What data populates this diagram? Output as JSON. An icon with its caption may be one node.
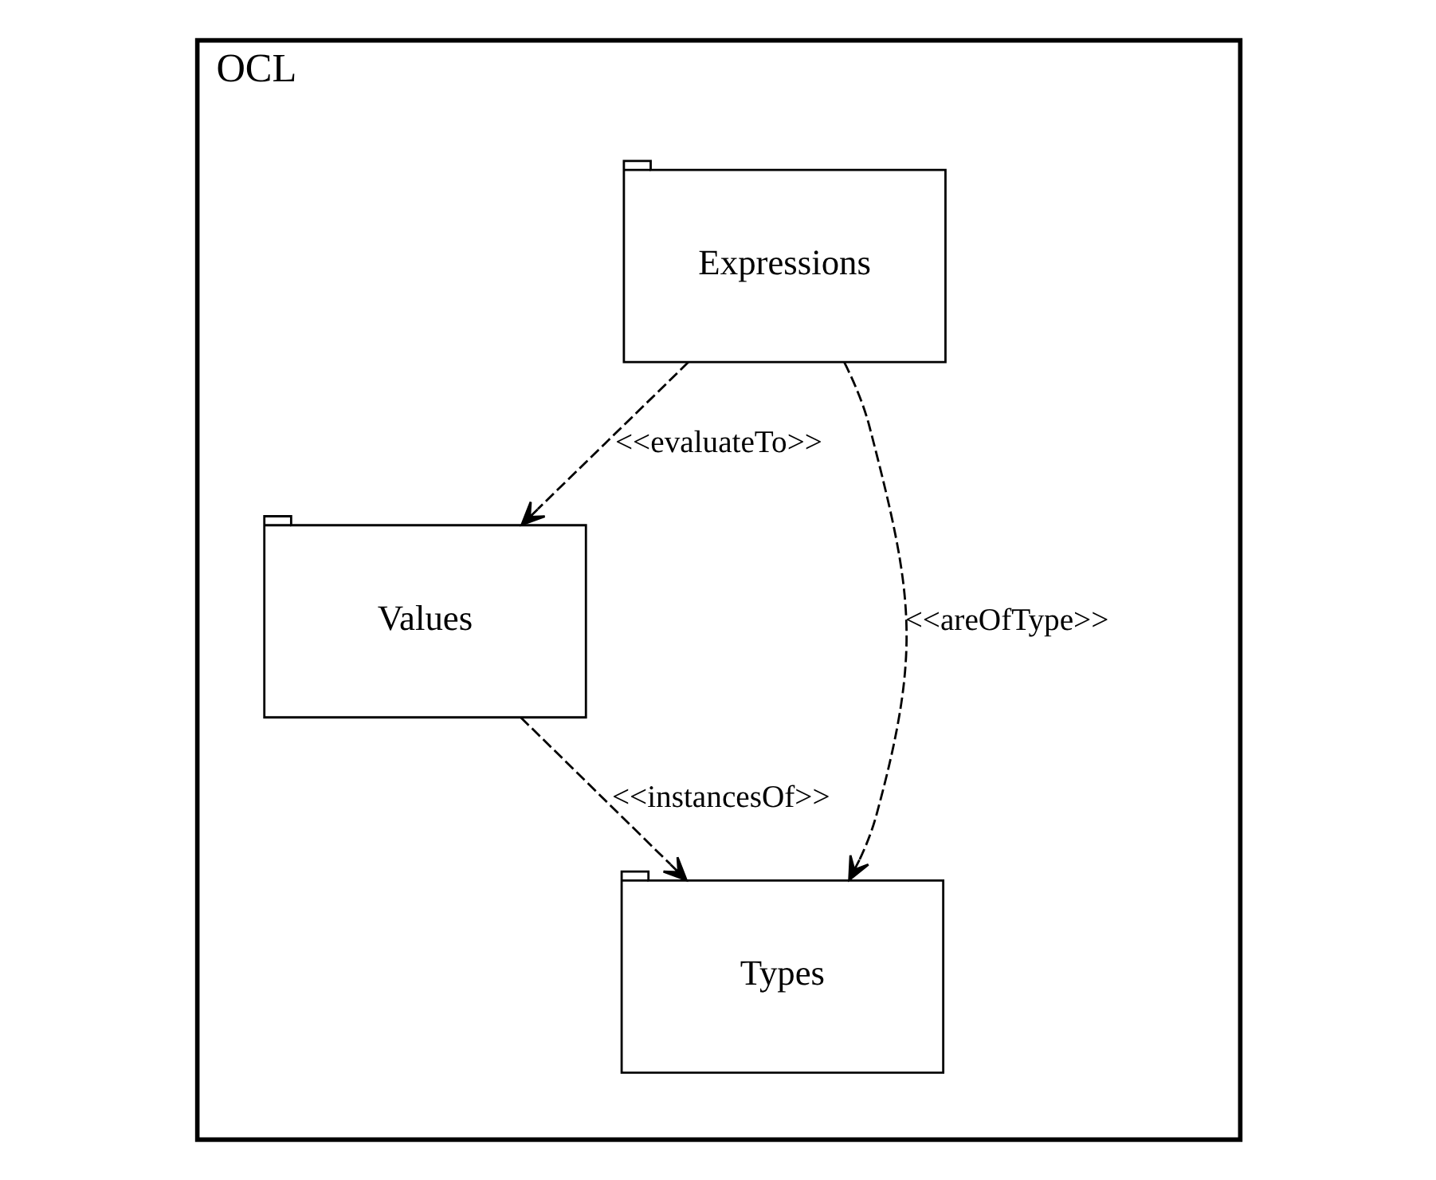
{
  "diagram": {
    "nodes": [
      {
        "text": [
          "OCL"
        ]
      },
      {
        "text": [
          "Expressions"
        ],
        "in": 0
      },
      {
        "text": [
          "Values"
        ],
        "in": 0
      },
      {
        "text": [
          "Types"
        ],
        "in": 0
      }
    ],
    "edges": [
      {
        "from": 1,
        "to": 2,
        "arrow": "to",
        "label": "<<evaluateTo>>",
        "style": "dashed"
      },
      {
        "from": 1,
        "to": 3,
        "arrow": "to",
        "label": "<<areOfType>>",
        "style": "dashed"
      },
      {
        "from": 2,
        "to": 3,
        "arrow": "to",
        "label": "<<instancesOf>>",
        "style": "dashed"
      }
    ]
  }
}
